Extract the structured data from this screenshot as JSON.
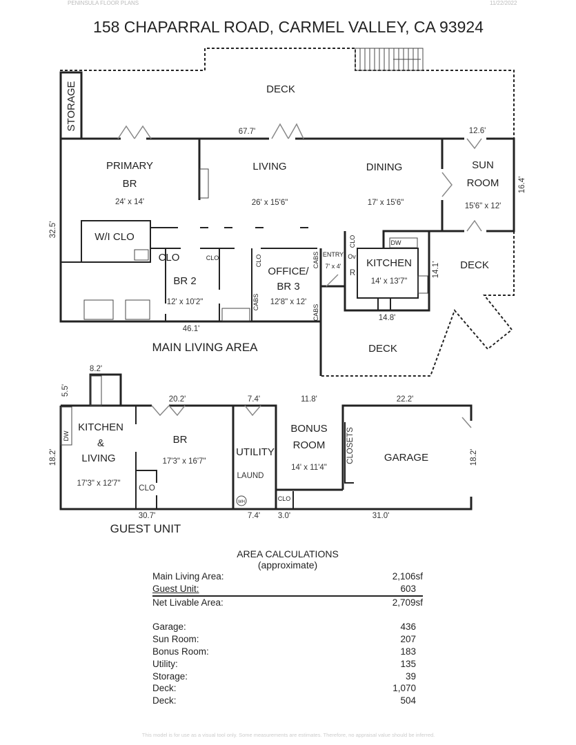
{
  "header": {
    "company": "PENINSULA FLOOR PLANS",
    "date": "11/22/2022",
    "title": "158 CHAPARRAL ROAD, CARMEL VALLEY, CA  93924"
  },
  "main": {
    "section_label": "MAIN LIVING AREA",
    "rooms": {
      "deck_top": "DECK",
      "storage": "STORAGE",
      "primary": "PRIMARY",
      "primary2": "BR",
      "primary_size": "24' x 14'",
      "living": "LIVING",
      "living_size": "26' x 15'6\"",
      "dining": "DINING",
      "dining_size": "17' x 15'6\"",
      "sun": "SUN",
      "sun2": "ROOM",
      "sun_size": "15'6\" x 12'",
      "wicl": "W/I CLO",
      "clo1": "CLO",
      "clo2": "CLO",
      "clo3": "CLO",
      "clo4": "CLO",
      "br2": "BR 2",
      "br2_size": "12' x 10'2\"",
      "office": "OFFICE/",
      "office2": "BR 3",
      "office_size": "12'8\" x 12'",
      "cabs1": "CABS",
      "cabs2": "CABS",
      "cabs3": "CABS",
      "entry": "ENTRY",
      "entry_size": "7' x 4'",
      "ov": "Ov",
      "r": "R",
      "dw": "DW",
      "kitchen": "KITCHEN",
      "kitchen_size": "14' x 13'7\"",
      "deck_right": "DECK",
      "deck_bottom": "DECK"
    },
    "dims": {
      "d1": "67.7'",
      "d2": "12.6'",
      "d3": "16.4'",
      "d4": "32.5'",
      "d5": "14.1'",
      "d6": "14.8'",
      "d7": "46.1'"
    }
  },
  "guest": {
    "section_label": "GUEST UNIT",
    "rooms": {
      "kitchen": "KITCHEN",
      "amp": "&",
      "living": "LIVING",
      "kl_size": "17'3\" x 12'7\"",
      "dw": "DW",
      "br": "BR",
      "br_size": "17'3\" x 16'7\"",
      "clo": "CLO",
      "utility": "UTILITY",
      "laund": "LAUND",
      "wh": "WH",
      "bonus": "BONUS",
      "bonus2": "ROOM",
      "bonus_size": "14' x 11'4\"",
      "clo2": "CLO",
      "closets": "CLOSETS",
      "garage": "GARAGE"
    },
    "dims": {
      "d1": "8.2'",
      "d2": "5.5'",
      "d3": "20.2'",
      "d4": "7.4'",
      "d5": "11.8'",
      "d6": "22.2'",
      "d7": "18.2'",
      "d8": "18.2'",
      "d9": "30.7'",
      "d10": "7.4'",
      "d11": "3.0'",
      "d12": "31.0'"
    }
  },
  "area_calc": {
    "title": "AREA CALCULATIONS",
    "subtitle": "(approximate)",
    "rows": [
      {
        "label": "Main Living Area:",
        "value": "2,106sf"
      },
      {
        "label": "Guest Unit:",
        "value": "603"
      },
      {
        "label": "Net Livable Area:",
        "value": "2,709sf"
      },
      {
        "label": "Garage:",
        "value": "436"
      },
      {
        "label": "Sun Room:",
        "value": "207"
      },
      {
        "label": "Bonus Room:",
        "value": "183"
      },
      {
        "label": "Utility:",
        "value": "135"
      },
      {
        "label": "Storage:",
        "value": "39"
      },
      {
        "label": "Deck:",
        "value": "1,070"
      },
      {
        "label": "Deck:",
        "value": "504"
      }
    ]
  },
  "footer": {
    "disclaimer": "This model is for use as a visual tool only. Some measurements are estimates. Therefore, no appraisal value should be inferred."
  }
}
